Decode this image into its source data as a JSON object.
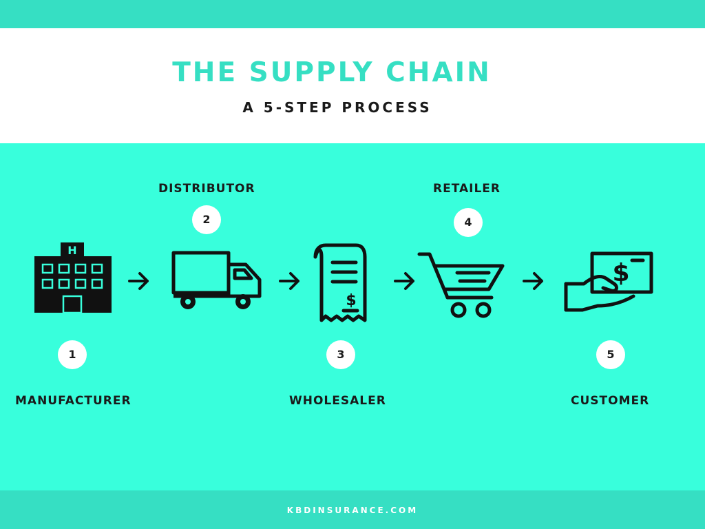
{
  "header": {
    "title": "THE SUPPLY CHAIN",
    "subtitle": "A 5-STEP PROCESS"
  },
  "steps": [
    {
      "number": "1",
      "label": "MANUFACTURER",
      "icon": "factory-icon"
    },
    {
      "number": "2",
      "label": "DISTRIBUTOR",
      "icon": "delivery-truck-icon"
    },
    {
      "number": "3",
      "label": "WHOLESALER",
      "icon": "receipt-icon"
    },
    {
      "number": "4",
      "label": "RETAILER",
      "icon": "shopping-cart-icon"
    },
    {
      "number": "5",
      "label": "CUSTOMER",
      "icon": "hand-payment-icon"
    }
  ],
  "footer": {
    "text": "KBDINSURANCE.COM"
  },
  "colors": {
    "accent": "#36dfc3",
    "panel": "#38ffdc",
    "text": "#1a1a1a",
    "white": "#ffffff"
  }
}
